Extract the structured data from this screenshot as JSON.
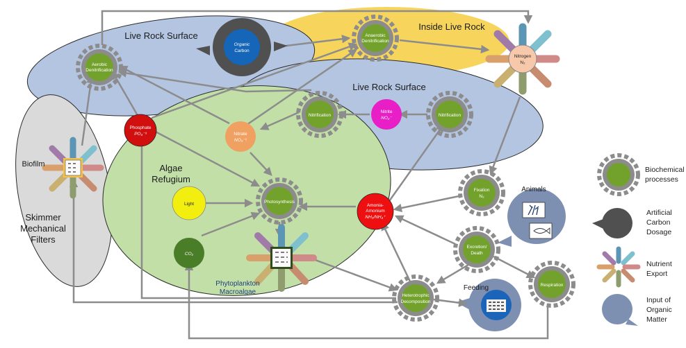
{
  "colors": {
    "live_rock": "#b4c5e2",
    "inside_rock": "#f7d55c",
    "algae": "#c3dfa8",
    "skimmer": "#dadada",
    "gear": "#8c8c8c",
    "gear_center": "#73a22c",
    "arrow": "#8c8c8c",
    "carbon_ring": "#505050",
    "carbon_center": "#1566b8",
    "phosphate": "#d10f0f",
    "nitrate": "#f0a060",
    "nitrite": "#e81fc6",
    "light": "#f2ee10",
    "co2": "#4a7d28",
    "ammonium": "#ee1010",
    "nitrogen": "#f7c9aa",
    "organic_input": "#7d90b2"
  },
  "regions": {
    "live_rock_surface_top": "Live Rock Surface",
    "inside_live_rock": "Inside Live Rock",
    "live_rock_surface_mid": "Live Rock Surface",
    "algae_refugium": [
      "Algae",
      "Refugium"
    ],
    "skimmer": [
      "Skimmer",
      "Mechanical",
      "Filters"
    ],
    "biofilm": "Biofilm",
    "phytoplankton": [
      "Phytoplankton",
      "Macroalgae"
    ],
    "animals": "Animals",
    "feeding": "Feeding"
  },
  "nodes": {
    "organic_carbon": [
      "Organic",
      "Carbon"
    ],
    "aerobic_denitrification": [
      "Aerobic",
      "Denitrification"
    ],
    "anaerobic_denitrification": [
      "Anaerobic",
      "Denitrification"
    ],
    "nitrogen": [
      "Nitrogen",
      "N₂"
    ],
    "nitrification_left": "Nitrification",
    "nitrite": [
      "Nitrite",
      "NO₂⁻"
    ],
    "nitrification_right": "Nitrification",
    "phosphate": [
      "Phosphate",
      "PO₄⁻³"
    ],
    "nitrate": [
      "Nitrate",
      "NO₃⁻¹"
    ],
    "photosynthesis": "Photosynthesis",
    "light": "Light",
    "co2": "CO₂",
    "ammonium": [
      "Amonia-",
      "Amonium",
      "NH₃/NH₄⁺"
    ],
    "fixation": [
      "Fixation",
      "N₂"
    ],
    "excretion": [
      "Excretion/",
      "Death"
    ],
    "respiration": "Respiration",
    "heterotrophic": [
      "Heterotrophic",
      "Decomposition"
    ]
  },
  "legend": {
    "biochemical": [
      "Biochemical",
      "processes"
    ],
    "carbon_dosage": [
      "Artificial",
      "Carbon",
      "Dosage"
    ],
    "nutrient_export": [
      "Nutrient",
      "Export"
    ],
    "organic_input": [
      "Input of",
      "Organic",
      "Matter"
    ]
  }
}
